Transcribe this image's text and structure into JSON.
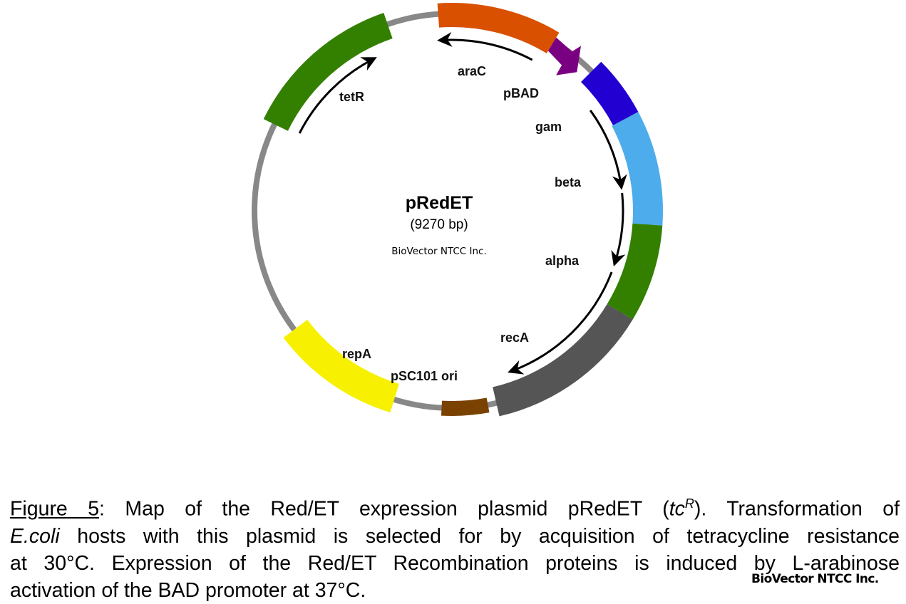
{
  "plasmid": {
    "name": "pRedET",
    "size": "(9270 bp)",
    "credit": "BioVector NTCC Inc."
  },
  "features": [
    {
      "label": "araC",
      "color": "#d95000"
    },
    {
      "label": "pBAD",
      "color": "#7a0082"
    },
    {
      "label": "gam",
      "color": "#2200d2"
    },
    {
      "label": "beta",
      "color": "#4dacec"
    },
    {
      "label": "alpha",
      "color": "#338000"
    },
    {
      "label": "recA",
      "color": "#555555"
    },
    {
      "label": "pSC101 ori",
      "color": "#7a4200"
    },
    {
      "label": "repA",
      "color": "#f7f000"
    },
    {
      "label": "tetR",
      "color": "#338000"
    }
  ],
  "colors": {
    "backbone": "#888888",
    "arrow": "#000000"
  },
  "caption": {
    "figure_label": "Figure 5",
    "line1_rest": ": Map of the Red/ET expression plasmid pRedET (",
    "tc": "tc",
    "sup": "R",
    "line1_end": "). Transformation of",
    "ecoli": "E.coli",
    "line2_rest": " hosts with this plasmid is selected for by acquisition of tetracycline resistance",
    "line3": "at 30°C. Expression of the Red/ET Recombination proteins is induced by L-arabinose",
    "line4": "activation of the BAD promoter at 37°C."
  },
  "watermark": "BioVector NTCC Inc."
}
